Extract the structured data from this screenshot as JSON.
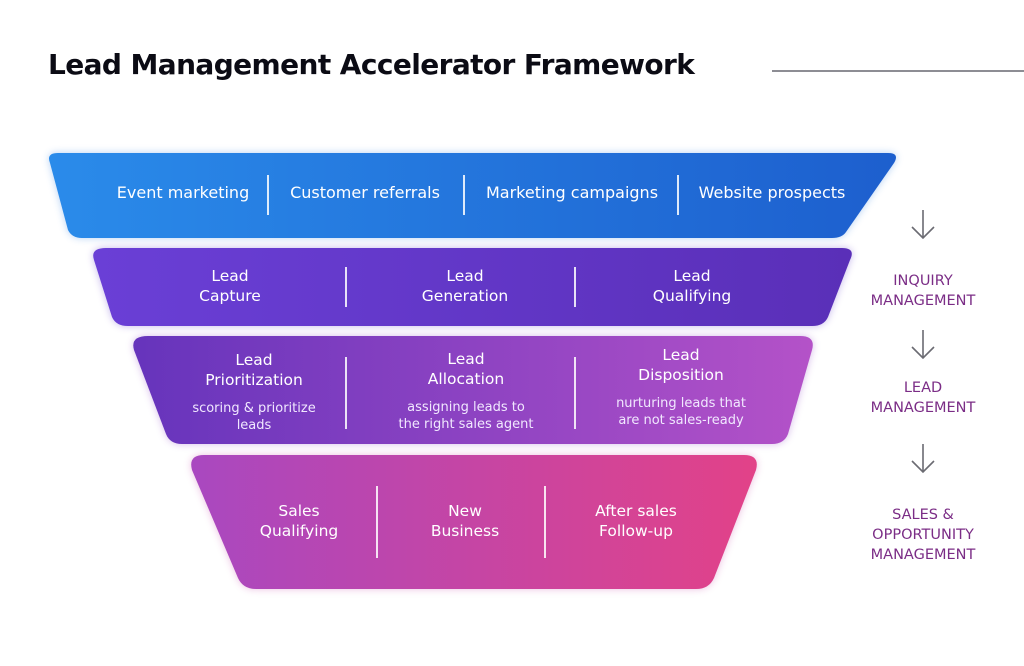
{
  "title": "Lead Management Accelerator Framework",
  "tier1": {
    "items": [
      "Event marketing",
      "Customer referrals",
      "Marketing campaigns",
      "Website prospects"
    ]
  },
  "tier2": {
    "items": [
      {
        "line1": "Lead",
        "line2": "Capture"
      },
      {
        "line1": "Lead",
        "line2": "Generation"
      },
      {
        "line1": "Lead",
        "line2": "Qualifying"
      }
    ]
  },
  "tier3": {
    "items": [
      {
        "line1": "Lead",
        "line2": "Prioritization",
        "sub1": "scoring & prioritize",
        "sub2": "leads"
      },
      {
        "line1": "Lead",
        "line2": "Allocation",
        "sub1": "assigning leads to",
        "sub2": "the right sales agent"
      },
      {
        "line1": "Lead",
        "line2": "Disposition",
        "sub1": "nurturing leads that",
        "sub2": "are not sales-ready"
      }
    ]
  },
  "tier4": {
    "items": [
      {
        "line1": "Sales",
        "line2": "Qualifying"
      },
      {
        "line1": "New",
        "line2": "Business"
      },
      {
        "line1": "After sales",
        "line2": "Follow-up"
      }
    ]
  },
  "side_labels": [
    {
      "line1": "INQUIRY",
      "line2": "MANAGEMENT"
    },
    {
      "line1": "LEAD",
      "line2": "MANAGEMENT"
    },
    {
      "line1": "SALES &",
      "line2": "OPPORTUNITY",
      "line3": "MANAGEMENT"
    }
  ],
  "colors": {
    "tier1": [
      "#2a8bea",
      "#1d5fce"
    ],
    "tier2": [
      "#6a3fd6",
      "#5a2fb8"
    ],
    "tier3": [
      "#6a34be",
      "#b150c8"
    ],
    "tier4": [
      "#b049be",
      "#e04389"
    ],
    "side_label": "#7b2d86"
  },
  "icons": [
    "arrow-down-icon"
  ]
}
